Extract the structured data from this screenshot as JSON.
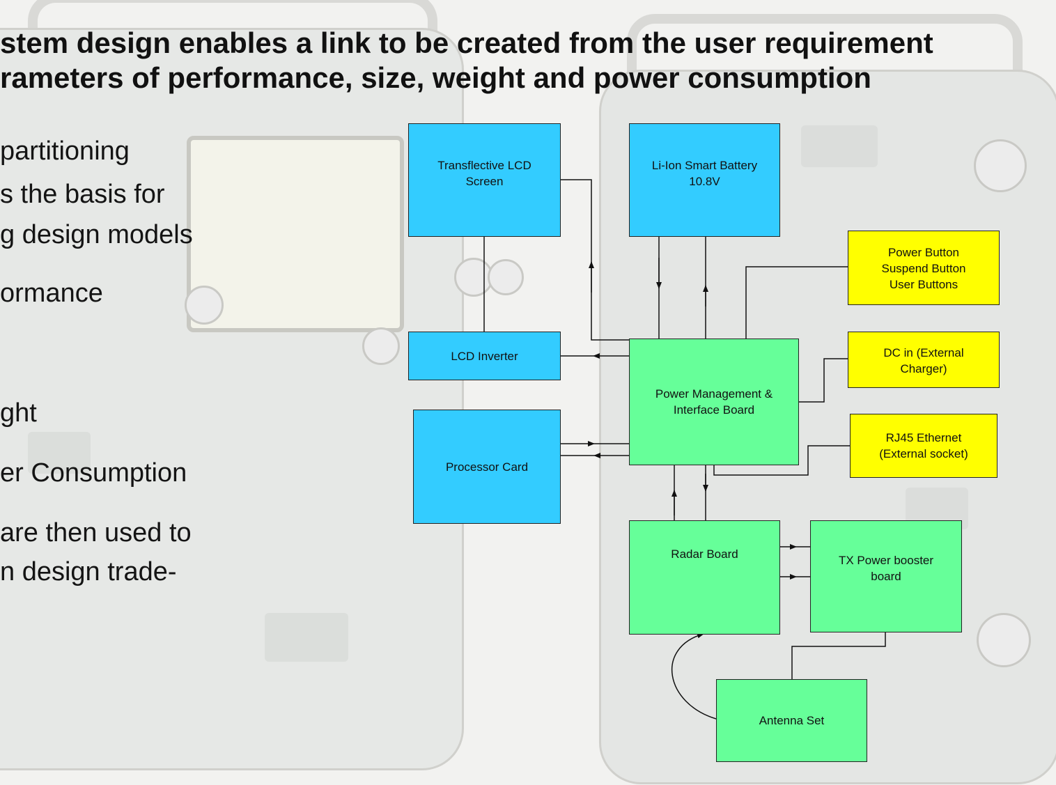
{
  "slide": {
    "title_lines": [
      "stem design enables a link to be created from the user requirement",
      "rameters of performance, size, weight and power consumption"
    ],
    "bullets": [
      "partitioning",
      "s the basis for",
      "g design models",
      "ormance",
      "ght",
      "er Consumption",
      "are then used to",
      "n design trade-"
    ]
  },
  "diagram": {
    "colors": {
      "blue": "#33ccff",
      "green": "#66ff99",
      "yellow": "#ffff00",
      "line": "#111111"
    },
    "blocks": {
      "lcd_screen": "Transflective LCD\nScreen",
      "battery": "Li-Ion Smart Battery\n10.8V",
      "buttons": "Power Button\nSuspend Button\nUser Buttons",
      "lcd_inverter": "LCD Inverter",
      "power_mgmt": "Power Management &\nInterface Board",
      "dc_in": "DC in (External\nCharger)",
      "processor": "Processor Card",
      "ethernet": "RJ45 Ethernet\n(External socket)",
      "radar": "Radar Board",
      "tx_booster": "TX Power booster\nboard",
      "antenna": "Antenna Set"
    }
  }
}
